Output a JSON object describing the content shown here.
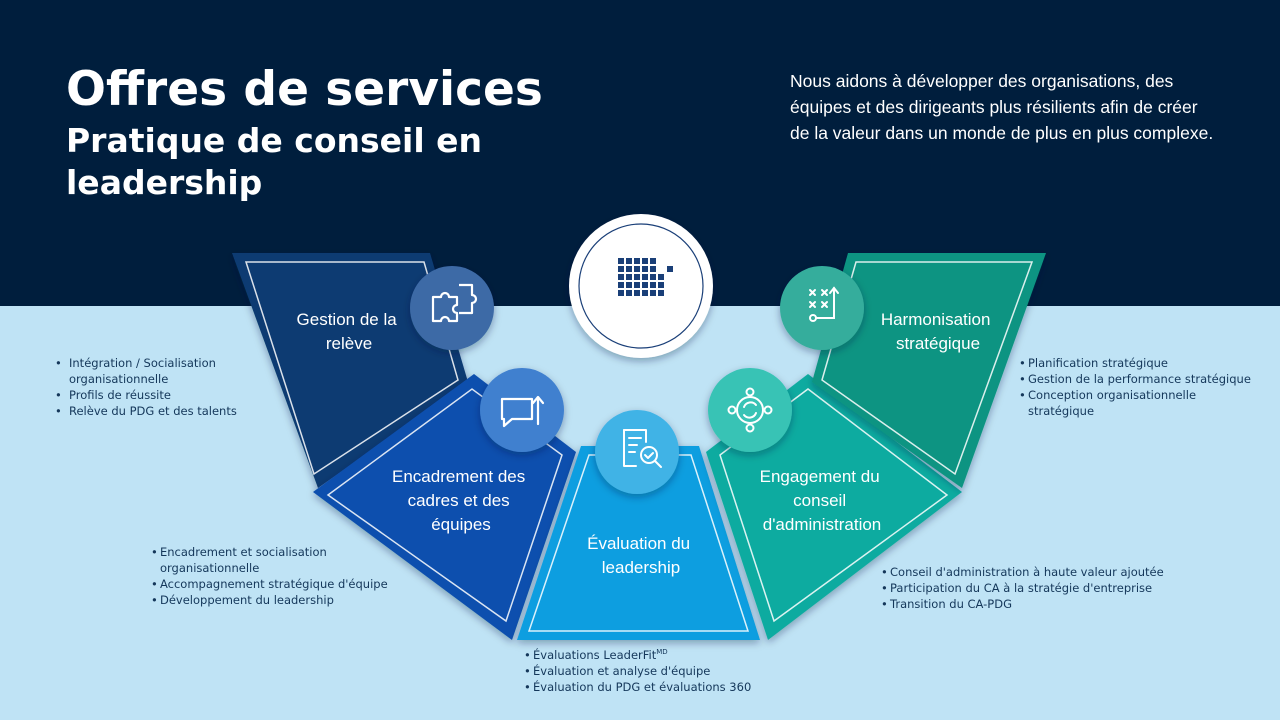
{
  "header": {
    "title": "Offres de services",
    "subtitle": "Pratique de conseil en leadership",
    "intro": "Nous aidons à développer des organisations, des équipes et des dirigeants plus résilients afin de créer de la valeur dans un monde de plus en plus complexe."
  },
  "center_icon": "grid-logo-icon",
  "segments": [
    {
      "id": "releve",
      "label_lines": [
        "Gestion de la",
        "relève"
      ],
      "icon": "puzzle-icon",
      "color": "#0c3a72",
      "bullets": [
        "Intégration / Socialisation organisationnelle",
        "Profils de réussite",
        "Relève du PDG et des talents"
      ]
    },
    {
      "id": "cadres",
      "label_lines": [
        "Encadrement des",
        "cadres et des",
        "équipes"
      ],
      "icon": "chat-arrow-icon",
      "color": "#0b4fae",
      "bullets": [
        "Encadrement et socialisation organisationnelle",
        "Accompagnement stratégique d'équipe",
        "Développement du leadership"
      ]
    },
    {
      "id": "evaluation",
      "label_lines": [
        "Évaluation du",
        "leadership"
      ],
      "icon": "document-check-icon",
      "color": "#0a9ee0",
      "bullets": [
        "Évaluations LeaderFit",
        "Évaluation et analyse d'équipe",
        "Évaluation du PDG et évaluations 360"
      ],
      "first_bullet_sup": "MD"
    },
    {
      "id": "conseil",
      "label_lines": [
        "Engagement du",
        "conseil",
        "d'administration"
      ],
      "icon": "cycle-icon",
      "color": "#11aba0",
      "bullets": [
        "Conseil d'administration à haute valeur ajoutée",
        "Participation du CA à la stratégie d'entreprise",
        "Transition du CA-PDG"
      ]
    },
    {
      "id": "harmonisation",
      "label_lines": [
        "Harmonisation",
        "stratégique"
      ],
      "icon": "strategy-icon",
      "color": "#0a9482",
      "bullets": [
        "Planification stratégique",
        "Gestion de la performance stratégique",
        "Conception organisationnelle stratégique"
      ]
    }
  ]
}
